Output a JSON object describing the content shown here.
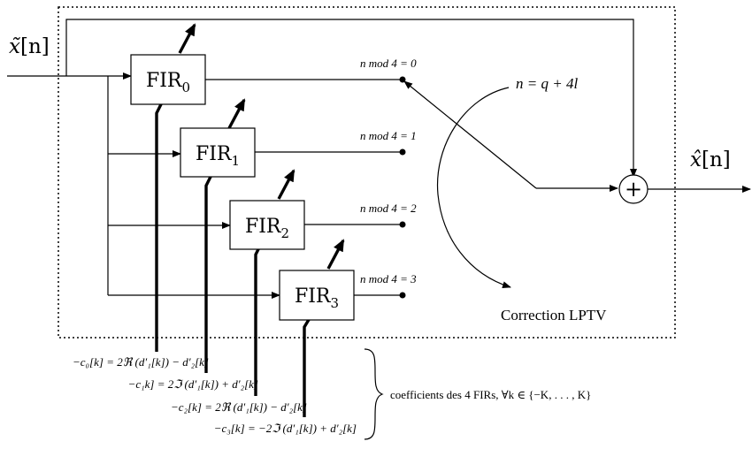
{
  "input_signal": {
    "base": "x̃",
    "arg": "[n]"
  },
  "output_signal": {
    "base": "x̂",
    "arg": "[n]"
  },
  "filters": [
    {
      "label": "FIR",
      "index": "0",
      "mod_label": "n mod 4 = 0"
    },
    {
      "label": "FIR",
      "index": "1",
      "mod_label": "n mod 4 = 1"
    },
    {
      "label": "FIR",
      "index": "2",
      "mod_label": "n mod 4 = 2"
    },
    {
      "label": "FIR",
      "index": "3",
      "mod_label": "n mod 4 = 3"
    }
  ],
  "switch_label": "n = q + 4l",
  "adder_symbol": "+",
  "block_label": "Correction LPTV",
  "equations": [
    "−c₀[k] = 2ℜ (d′₁[k]) − d′₂[k]",
    "−c₁k] = 2ℑ (d′₁[k]) + d′₂[k]",
    "−c₂[k] = 2ℜ (d′₁[k]) − d′₂[k]",
    "−c₃[k] = −2ℑ (d′₁[k]) + d′₂[k]"
  ],
  "brace_label": "coefficients des 4 FIRs, ∀k ∈ {−K, . . . , K}"
}
